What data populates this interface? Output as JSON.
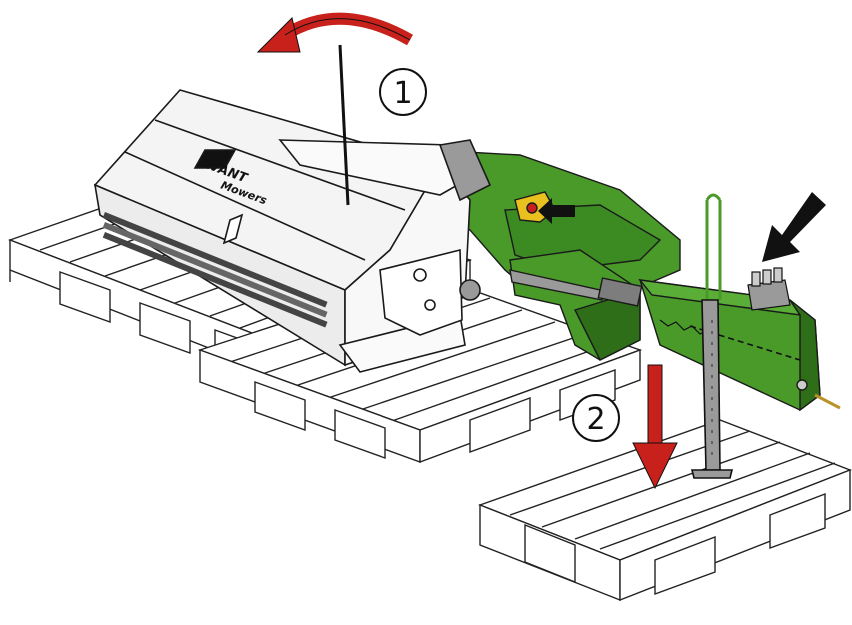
{
  "callouts": [
    {
      "id": "1",
      "label": "1"
    },
    {
      "id": "2",
      "label": "2"
    }
  ],
  "brand": {
    "logo_text": "AVANT",
    "sub_text": "Mowers"
  },
  "colors": {
    "implement_green": "#4a9a2a",
    "implement_green_dark": "#2f6e18",
    "arrow_red": "#c8201a",
    "arrow_black": "#111111",
    "pallet_line": "#222222",
    "mower_body": "#f4f4f4",
    "hydraulic_grey": "#9a9a9a"
  },
  "icons": {
    "lift_arrow": "curved-arrow-left-icon",
    "lower_arrow": "arrow-down-icon",
    "pointer_arrow": "arrow-down-left-icon"
  }
}
